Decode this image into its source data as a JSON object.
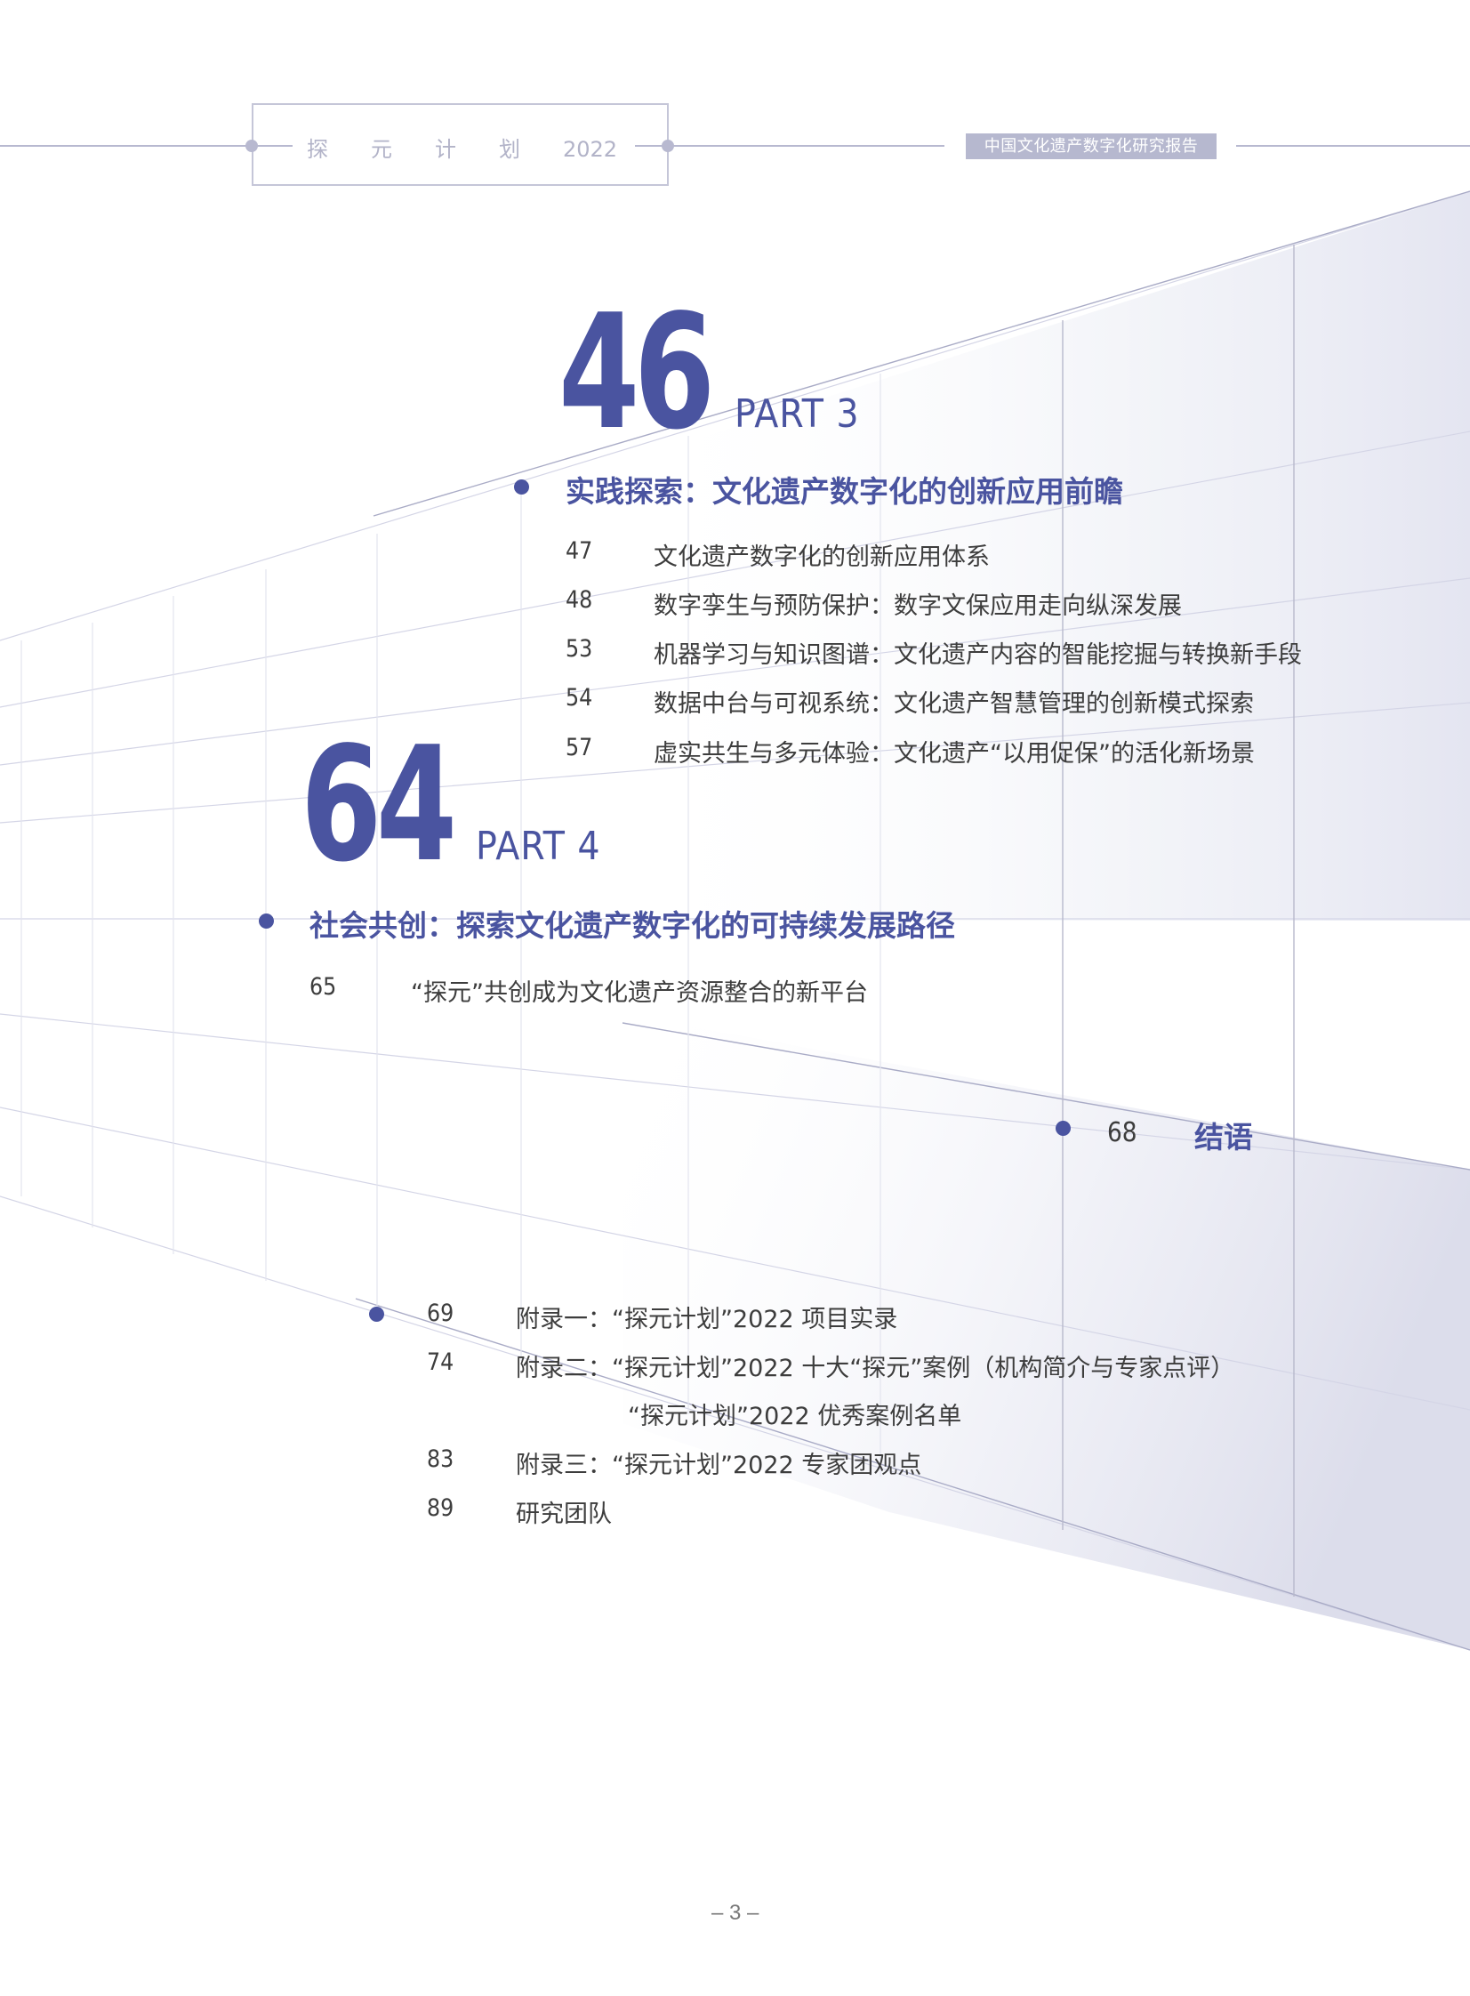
{
  "header": {
    "title_chars": [
      "探",
      "元",
      "计",
      "划"
    ],
    "title_year": "2022",
    "badge": "中国文化遗产数字化研究报告"
  },
  "colors": {
    "accent": "#4a54a0",
    "header_gray": "#b8b9d0",
    "text": "#3d3d3d",
    "grid_line": "#dcdde9"
  },
  "parts": [
    {
      "page": "46",
      "label": "PART 3",
      "heading": "实践探索：文化遗产数字化的创新应用前瞻",
      "entries": [
        {
          "page": "47",
          "title": "文化遗产数字化的创新应用体系"
        },
        {
          "page": "48",
          "title": "数字孪生与预防保护：数字文保应用走向纵深发展"
        },
        {
          "page": "53",
          "title": "机器学习与知识图谱：文化遗产内容的智能挖掘与转换新手段"
        },
        {
          "page": "54",
          "title": "数据中台与可视系统：文化遗产智慧管理的创新模式探索"
        },
        {
          "page": "57",
          "title": "虚实共生与多元体验：文化遗产“以用促保”的活化新场景"
        }
      ]
    },
    {
      "page": "64",
      "label": "PART 4",
      "heading": "社会共创：探索文化遗产数字化的可持续发展路径",
      "entries": [
        {
          "page": "65",
          "title": "“探元”共创成为文化遗产资源整合的新平台"
        }
      ]
    }
  ],
  "conclusion": {
    "page": "68",
    "title": "结语"
  },
  "appendices": [
    {
      "page": "69",
      "title": "附录一：“探元计划”2022 项目实录"
    },
    {
      "page": "74",
      "title": "附录二：“探元计划”2022 十大“探元”案例（机构简介与专家点评）"
    },
    {
      "page": "",
      "title": "“探元计划”2022 优秀案例名单"
    },
    {
      "page": "83",
      "title": "附录三：“探元计划”2022 专家团观点"
    },
    {
      "page": "89",
      "title": "研究团队"
    }
  ],
  "footer": {
    "page_number": "– 3 –"
  }
}
